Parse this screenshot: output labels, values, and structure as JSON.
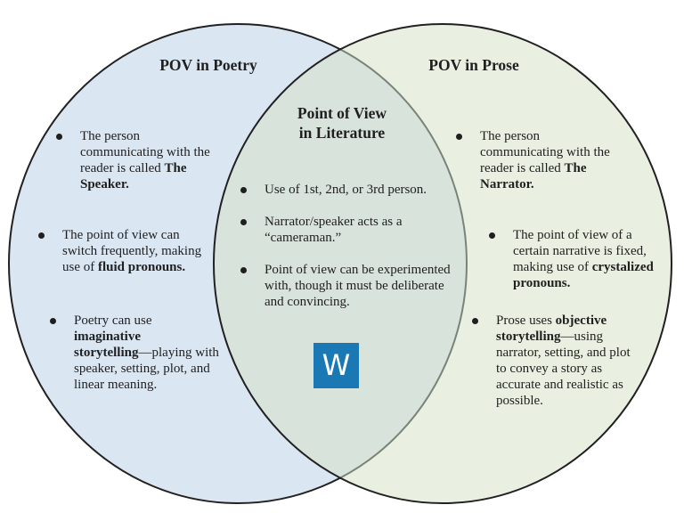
{
  "colors": {
    "left_fill": "#dbe6f3",
    "right_fill": "#e9efe1",
    "overlap_fill": "#d8e3db",
    "overlap_arc": "#78847a",
    "stroke": "#212121",
    "text": "#1f1f1f",
    "logo_blue": "#1a78b5"
  },
  "left_circle": {
    "title": "POV in Poetry",
    "bullets": [
      {
        "segments": [
          {
            "t": "The person\ncommunicating with the\nreader is called ",
            "b": false
          },
          {
            "t": "The\nSpeaker.",
            "b": true
          }
        ]
      },
      {
        "segments": [
          {
            "t": "The point of view can\nswitch frequently, making\nuse of ",
            "b": false
          },
          {
            "t": "fluid pronouns.",
            "b": true
          }
        ]
      },
      {
        "segments": [
          {
            "t": "Poetry can use\n",
            "b": false
          },
          {
            "t": "imaginative\nstorytelling",
            "b": true
          },
          {
            "t": "—playing with\nspeaker, setting, plot, and\nlinear meaning.",
            "b": false
          }
        ]
      }
    ]
  },
  "center": {
    "title": "Point of View\nin Literature",
    "bullets": [
      {
        "segments": [
          {
            "t": "Use of 1st, 2nd, or 3rd person.",
            "b": false
          }
        ]
      },
      {
        "segments": [
          {
            "t": "Narrator/speaker acts as a\n“cameraman.”",
            "b": false
          }
        ]
      },
      {
        "segments": [
          {
            "t": "Point of view can be experimented\nwith, though it must be deliberate\nand convincing.",
            "b": false
          }
        ]
      }
    ]
  },
  "right_circle": {
    "title": "POV in Prose",
    "bullets": [
      {
        "segments": [
          {
            "t": "The person\ncommunicating with the\nreader is called ",
            "b": false
          },
          {
            "t": "The\nNarrator.",
            "b": true
          }
        ]
      },
      {
        "segments": [
          {
            "t": "The point of view of a\ncertain narrative is fixed,\nmaking use of ",
            "b": false
          },
          {
            "t": "crystalized\npronouns.",
            "b": true
          }
        ]
      },
      {
        "segments": [
          {
            "t": "Prose uses ",
            "b": false
          },
          {
            "t": "objective\nstorytelling",
            "b": true
          },
          {
            "t": "—using\nnarrator, setting, and plot\nto convey a story as\naccurate and realistic as\npossible.",
            "b": false
          }
        ]
      }
    ]
  },
  "logo": {
    "letter": "W"
  }
}
